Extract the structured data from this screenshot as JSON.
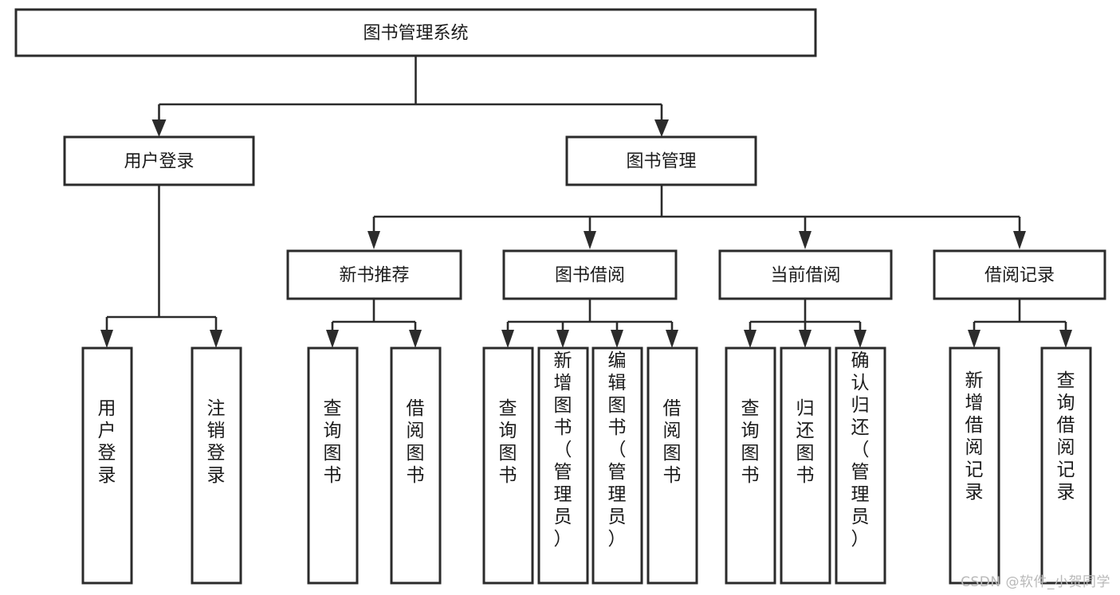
{
  "diagram": {
    "type": "tree-hierarchy-chart",
    "title": "图书管理系统",
    "orientation": "top-down",
    "colors": {
      "box_stroke": "#2b2b2b",
      "box_fill": "#ffffff",
      "connector": "#2b2b2b",
      "text": "#1b1b1b",
      "background": "#ffffff",
      "watermark": "#b9b9b9"
    },
    "root": {
      "label": "图书管理系统",
      "orientation": "horizontal"
    },
    "level1": [
      {
        "label": "用户登录",
        "orientation": "horizontal"
      },
      {
        "label": "图书管理",
        "orientation": "horizontal"
      }
    ],
    "level2": [
      {
        "label": "新书推荐",
        "orientation": "horizontal"
      },
      {
        "label": "图书借阅",
        "orientation": "horizontal"
      },
      {
        "label": "当前借阅",
        "orientation": "horizontal"
      },
      {
        "label": "借阅记录",
        "orientation": "horizontal"
      }
    ],
    "leaves": {
      "user_login": [
        {
          "label": "用户登录",
          "orientation": "vertical"
        },
        {
          "label": "注销登录",
          "orientation": "vertical"
        }
      ],
      "new_book_recommend": [
        {
          "label": "查询图书",
          "orientation": "vertical"
        },
        {
          "label": "借阅图书",
          "orientation": "vertical"
        }
      ],
      "book_borrow": [
        {
          "label": "查询图书",
          "orientation": "vertical"
        },
        {
          "label": "新增图书（管理员）",
          "orientation": "vertical"
        },
        {
          "label": "编辑图书（管理员）",
          "orientation": "vertical"
        },
        {
          "label": "借阅图书",
          "orientation": "vertical"
        }
      ],
      "current_borrow": [
        {
          "label": "查询图书",
          "orientation": "vertical"
        },
        {
          "label": "归还图书",
          "orientation": "vertical"
        },
        {
          "label": "确认归还（管理员）",
          "orientation": "vertical"
        }
      ],
      "borrow_record": [
        {
          "label": "新增借阅记录",
          "orientation": "vertical"
        },
        {
          "label": "查询借阅记录",
          "orientation": "vertical"
        }
      ]
    }
  },
  "watermark": {
    "text": "CSDN @软件_小贺同学"
  }
}
